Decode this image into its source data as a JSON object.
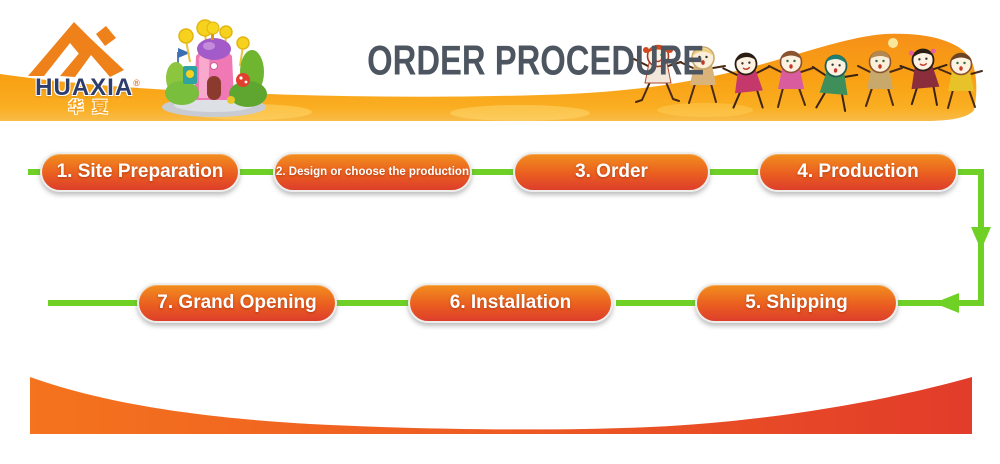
{
  "header": {
    "brand": "HUAXIA",
    "brand_mark": "®",
    "brand_cn": "华夏",
    "title": "ORDER PROCEDURE"
  },
  "flow": {
    "steps": [
      {
        "id": 1,
        "label": "1. Site Preparation"
      },
      {
        "id": 2,
        "label": "2. Design or choose the production"
      },
      {
        "id": 3,
        "label": "3. Order"
      },
      {
        "id": 4,
        "label": "4. Production"
      },
      {
        "id": 5,
        "label": "5. Shipping"
      },
      {
        "id": 6,
        "label": "6. Installation"
      },
      {
        "id": 7,
        "label": "7. Grand Opening"
      }
    ]
  },
  "colors": {
    "band_orange": "#F7991B",
    "button_gradient_top": "#F28E1E",
    "button_gradient_bottom": "#DD3E2B",
    "connector_green": "#6FD026",
    "title_gray": "#4D5560",
    "brand_navy": "#2E3D6B",
    "brand_cn_orange": "#F6A21C",
    "swoosh_left_orange": "#F4731E",
    "swoosh_right_red": "#E23C2A"
  }
}
